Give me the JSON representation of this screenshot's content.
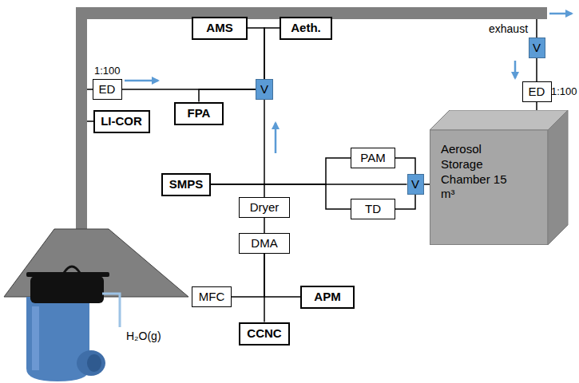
{
  "diagram": {
    "nodes": [
      {
        "text": [
          "AMS"
        ]
      },
      {
        "text": [
          "Aeth."
        ]
      },
      {
        "text": [
          "V"
        ]
      },
      {
        "text": [
          "ED"
        ]
      },
      {
        "text": [
          "FPA"
        ]
      },
      {
        "text": [
          "LI-COR"
        ]
      },
      {
        "text": [
          "PAM"
        ]
      },
      {
        "text": [
          "TD"
        ]
      },
      {
        "text": [
          "V"
        ]
      },
      {
        "text": [
          "SMPS"
        ]
      },
      {
        "text": [
          "Dryer"
        ]
      },
      {
        "text": [
          "DMA"
        ]
      },
      {
        "text": [
          "MFC"
        ]
      },
      {
        "text": [
          "APM"
        ]
      },
      {
        "text": [
          "CCNC"
        ]
      },
      {
        "text": [
          "V"
        ]
      },
      {
        "text": [
          "ED"
        ]
      },
      {
        "text": [
          "Aerosol Storage Chamber 15 m³"
        ]
      }
    ],
    "edges": [
      {
        "from": 3,
        "to": 2,
        "arrow": "none"
      },
      {
        "from": 4,
        "to": 2,
        "arrow": "none"
      },
      {
        "from": 2,
        "to": 0,
        "arrow": "none"
      },
      {
        "from": 2,
        "to": 1,
        "arrow": "none"
      },
      {
        "from": 10,
        "to": 2,
        "arrow": "none"
      },
      {
        "from": 8,
        "to": 9,
        "arrow": "none"
      },
      {
        "from": 6,
        "to": 8,
        "arrow": "none"
      },
      {
        "from": 7,
        "to": 8,
        "arrow": "none"
      },
      {
        "from": 6,
        "to": 9,
        "arrow": "none"
      },
      {
        "from": 7,
        "to": 9,
        "arrow": "none"
      },
      {
        "from": 8,
        "to": 17,
        "arrow": "none"
      },
      {
        "from": 15,
        "to": 16,
        "arrow": "none"
      },
      {
        "from": 16,
        "to": 17,
        "arrow": "none"
      },
      {
        "from": 11,
        "to": 10,
        "arrow": "none"
      },
      {
        "from": 14,
        "to": 11,
        "arrow": "none"
      },
      {
        "from": 12,
        "to": 11,
        "arrow": "none"
      },
      {
        "from": 13,
        "to": 11,
        "arrow": "none"
      }
    ],
    "labels": [
      "1:100",
      "1:100",
      "exhaust",
      "H₂O(g)"
    ]
  }
}
